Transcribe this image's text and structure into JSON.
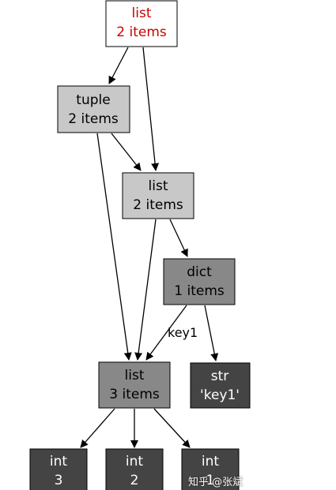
{
  "diagram": {
    "colors": {
      "root_fill": "#ffffff",
      "root_text": "#cc0000",
      "light_fill": "#c8c8c8",
      "mid_fill": "#888888",
      "dark_fill": "#444444",
      "dark_text": "#ffffff",
      "border": "#000000"
    },
    "nodes": {
      "root_list": {
        "type": "list",
        "detail": "2 items"
      },
      "tuple": {
        "type": "tuple",
        "detail": "2 items"
      },
      "inner_list": {
        "type": "list",
        "detail": "2 items"
      },
      "dict": {
        "type": "dict",
        "detail": "1 items"
      },
      "list3": {
        "type": "list",
        "detail": "3 items"
      },
      "str_key1": {
        "type": "str",
        "detail": "'key1'"
      },
      "int3": {
        "type": "int",
        "detail": "3"
      },
      "int2": {
        "type": "int",
        "detail": "2"
      },
      "int1": {
        "type": "int",
        "detail": "1"
      }
    },
    "edge_labels": {
      "dict_to_list3": "key1"
    }
  },
  "watermark": "知乎 @张斌"
}
